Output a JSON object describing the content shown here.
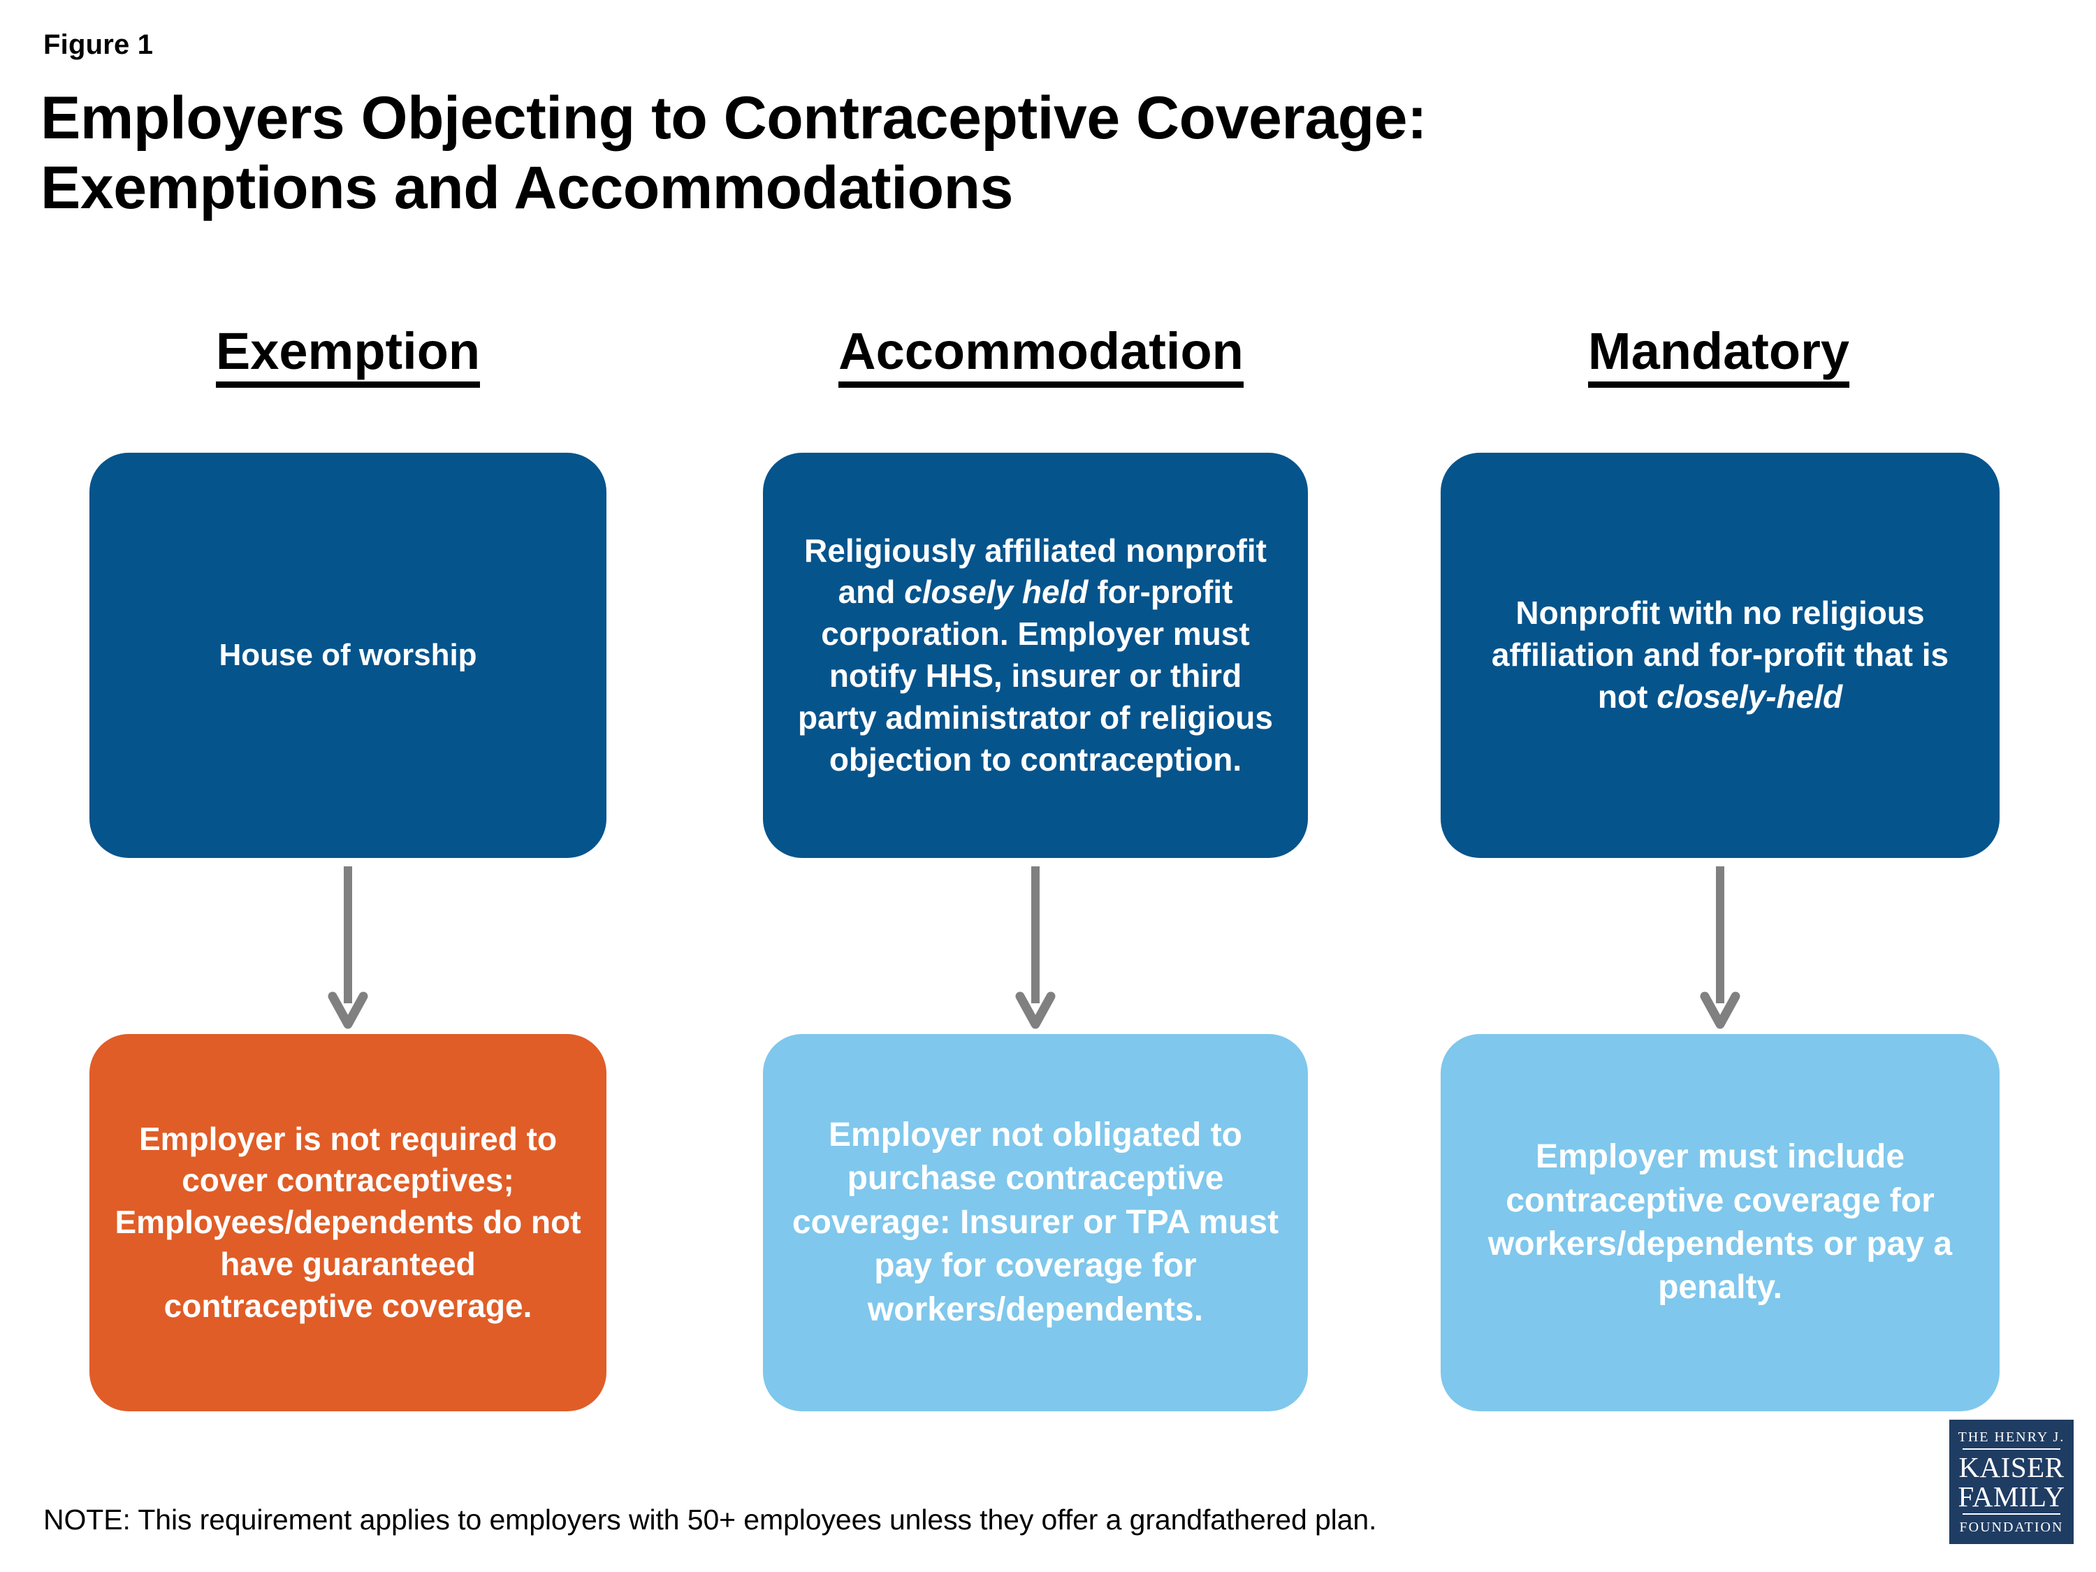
{
  "figure": {
    "label": "Figure 1",
    "title_line1": "Employers Objecting to Contraceptive Coverage:",
    "title_line2": "Exemptions and Accommodations"
  },
  "columns": [
    {
      "header": "Exemption",
      "top_box": {
        "text": "House of worship",
        "color": "#05548C"
      },
      "bottom_box": {
        "text": "Employer is not required to cover contraceptives; Employees/dependents do not have guaranteed contraceptive coverage.",
        "color": "#E05D27"
      },
      "connector": "down-arrow-icon"
    },
    {
      "header": "Accommodation",
      "top_box": {
        "text_html": "Religiously affiliated nonprofit and <em>closely held</em> for-profit corporation. Employer must notify HHS, insurer or third party administrator  of religious objection to contraception.",
        "color": "#05548C"
      },
      "bottom_box": {
        "text": "Employer not obligated to purchase contraceptive coverage: Insurer or TPA must  pay for coverage for workers/dependents.",
        "color": "#7FC7EC"
      },
      "connector": "down-arrow-icon"
    },
    {
      "header": "Mandatory",
      "top_box": {
        "text_html": "Nonprofit with no religious affiliation and for-profit that is not <em>closely-held</em>",
        "color": "#05548C"
      },
      "bottom_box": {
        "text": "Employer must include contraceptive coverage for workers/dependents or pay a penalty.",
        "color": "#7FC7EC"
      },
      "connector": "down-arrow-icon"
    }
  ],
  "note": "NOTE: This requirement applies to employers with 50+ employees unless they offer a grandfathered plan.",
  "logo": {
    "line_the": "THE HENRY J.",
    "line_kaiser": "KAISER",
    "line_family": "FAMILY",
    "line_foundation": "FOUNDATION",
    "color": "#1F3C63"
  },
  "palette": {
    "dark_blue": "#05548C",
    "light_blue": "#7FC7EC",
    "orange": "#E05D27",
    "arrow_gray": "#808080",
    "text_black": "#000000",
    "background": "#ffffff"
  }
}
